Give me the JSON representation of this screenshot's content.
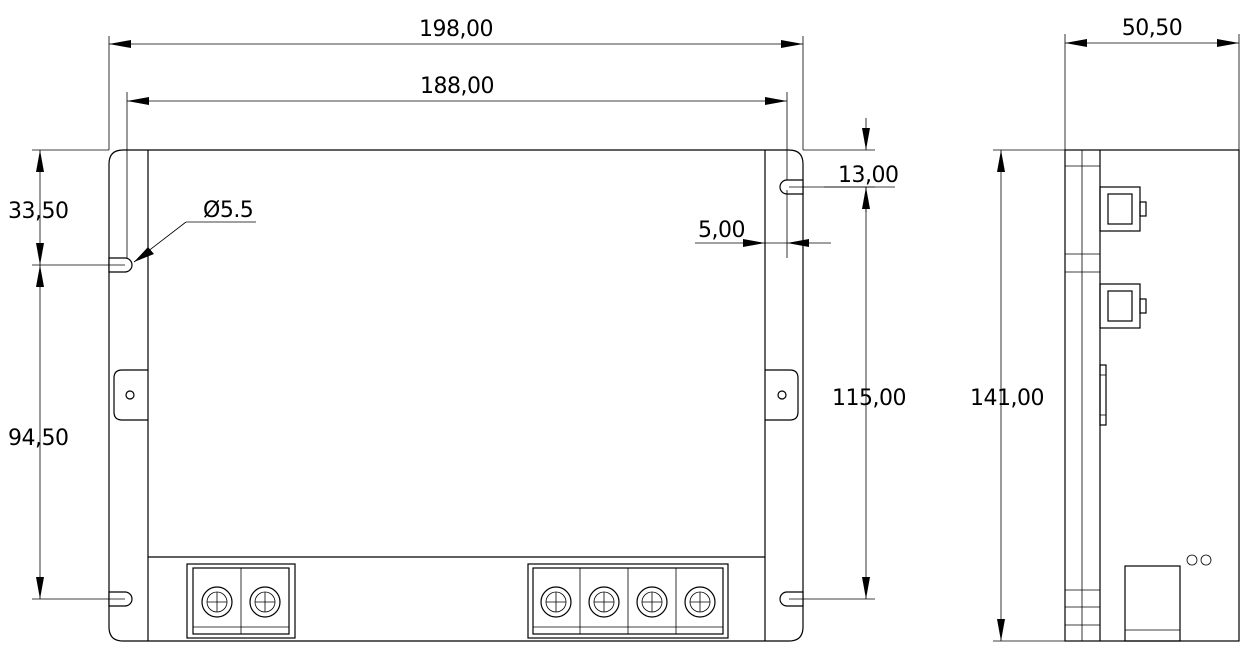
{
  "dimensions": {
    "total_width": "198,00",
    "hole_spacing_width": "188,00",
    "slot_top_offset": "13,00",
    "slot_inset": "5,00",
    "hole_diameter": "Ø5.5",
    "left_top_offset": "33,50",
    "left_lower_span": "94,50",
    "right_hole_spacing": "115,00",
    "side_height": "141,00",
    "side_depth": "50,50"
  }
}
